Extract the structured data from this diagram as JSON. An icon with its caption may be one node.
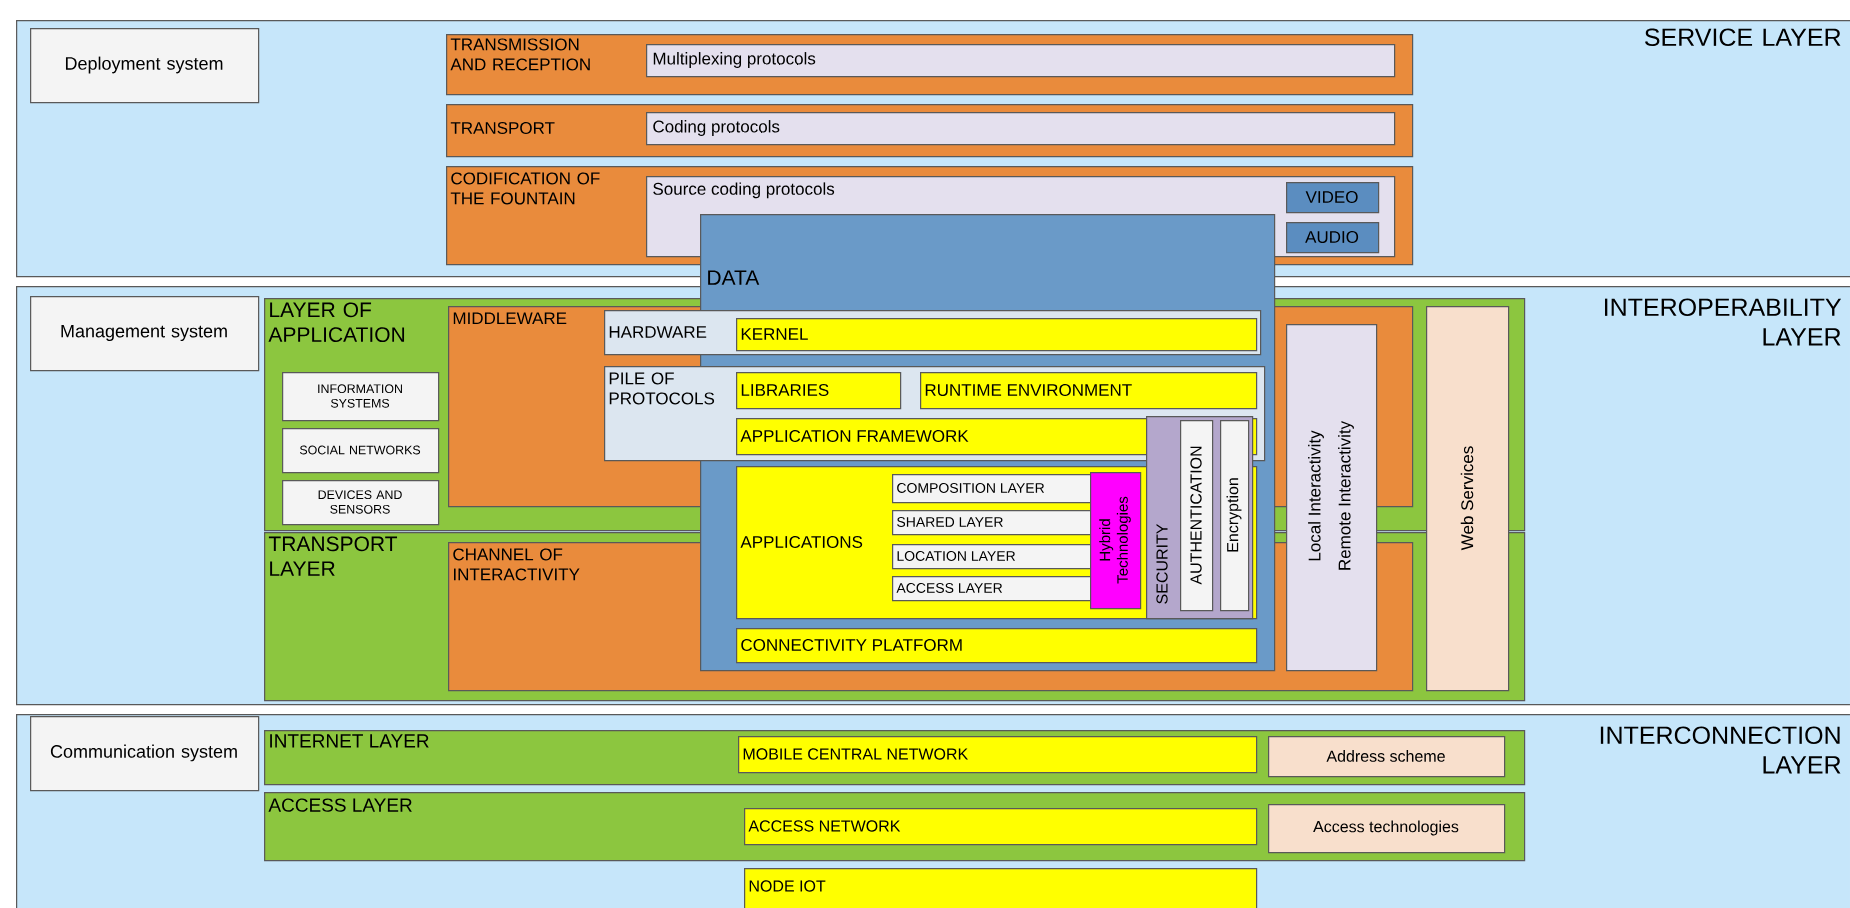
{
  "diagram": {
    "nodes": [
      {
        "text": [
          "SERVICE LAYER"
        ]
      },
      {
        "text": [
          "Deployment system"
        ],
        "in": 0
      },
      {
        "text": [
          "TRANSMISSION AND RECEPTION"
        ],
        "in": 0
      },
      {
        "text": [
          "Multiplexing protocols"
        ],
        "in": 2
      },
      {
        "text": [
          "TRANSPORT"
        ],
        "in": 0
      },
      {
        "text": [
          "Coding protocols"
        ],
        "in": 4
      },
      {
        "text": [
          "CODIFICATION OF THE FOUNTAIN"
        ],
        "in": 0
      },
      {
        "text": [
          "Source coding protocols"
        ],
        "in": 6
      },
      {
        "text": [
          "VIDEO"
        ],
        "in": 7
      },
      {
        "text": [
          "AUDIO"
        ],
        "in": 7
      },
      {
        "text": [
          "DATA"
        ]
      },
      {
        "text": [
          "INTEROPERABILITY LAYER"
        ]
      },
      {
        "text": [
          "Management system"
        ],
        "in": 11
      },
      {
        "text": [
          "LAYER OF APPLICATION"
        ],
        "in": 11
      },
      {
        "text": [
          "INFORMATION SYSTEMS"
        ],
        "in": 13
      },
      {
        "text": [
          "SOCIAL NETWORKS"
        ],
        "in": 13
      },
      {
        "text": [
          "DEVICES AND SENSORS"
        ],
        "in": 13
      },
      {
        "text": [
          "MIDDLEWARE"
        ],
        "in": 13
      },
      {
        "text": [
          "HARDWARE"
        ],
        "in": 17
      },
      {
        "text": [
          "KERNEL"
        ],
        "in": 18
      },
      {
        "text": [
          "PILE OF PROTOCOLS"
        ],
        "in": 17
      },
      {
        "text": [
          "LIBRARIES"
        ],
        "in": 20
      },
      {
        "text": [
          "RUNTIME ENVIRONMENT"
        ],
        "in": 20
      },
      {
        "text": [
          "APPLICATION FRAMEWORK"
        ],
        "in": 20
      },
      {
        "text": [
          "APPLICATIONS"
        ],
        "in": 10
      },
      {
        "text": [
          "COMPOSITION LAYER"
        ]
      },
      {
        "text": [
          "SHARED LAYER"
        ],
        "in": 24
      },
      {
        "text": [
          "LOCATION LAYER"
        ]
      },
      {
        "text": [
          "ACCESS LAYER"
        ]
      },
      {
        "text": [
          "Hybrid Technologies"
        ],
        "in": 24
      },
      {
        "text": [
          "SECURITY"
        ],
        "in": 10
      },
      {
        "text": [
          "AUTHENTICATION"
        ],
        "in": 30
      },
      {
        "text": [
          "Encryption"
        ],
        "in": 30
      },
      {
        "text": [
          "CONNECTIVITY PLATFORM"
        ]
      },
      {
        "text": [
          "TRANSPORT LAYER"
        ],
        "in": 11
      },
      {
        "text": [
          "CHANNEL OF INTERACTIVITY"
        ],
        "in": 34
      },
      {
        "text": [
          "Local Interactivity",
          "Remote Interactivity"
        ],
        "in": 11
      },
      {
        "text": [
          "Web Services"
        ],
        "in": 11
      },
      {
        "text": [
          "INTERCONNECTION LAYER"
        ]
      },
      {
        "text": [
          "Communication system"
        ],
        "in": 38
      },
      {
        "text": [
          "INTERNET LAYER"
        ],
        "in": 38
      },
      {
        "text": [
          "MOBILE CENTRAL NETWORK"
        ],
        "in": 40
      },
      {
        "text": [
          "Address scheme"
        ],
        "in": 40
      },
      {
        "text": [
          "ACCESS LAYER"
        ],
        "in": 38
      },
      {
        "text": [
          "ACCESS NETWORK"
        ],
        "in": 43
      },
      {
        "text": [
          "Access technologies"
        ],
        "in": 43
      },
      {
        "text": [
          "NODE IOT"
        ],
        "in": 38
      }
    ]
  }
}
